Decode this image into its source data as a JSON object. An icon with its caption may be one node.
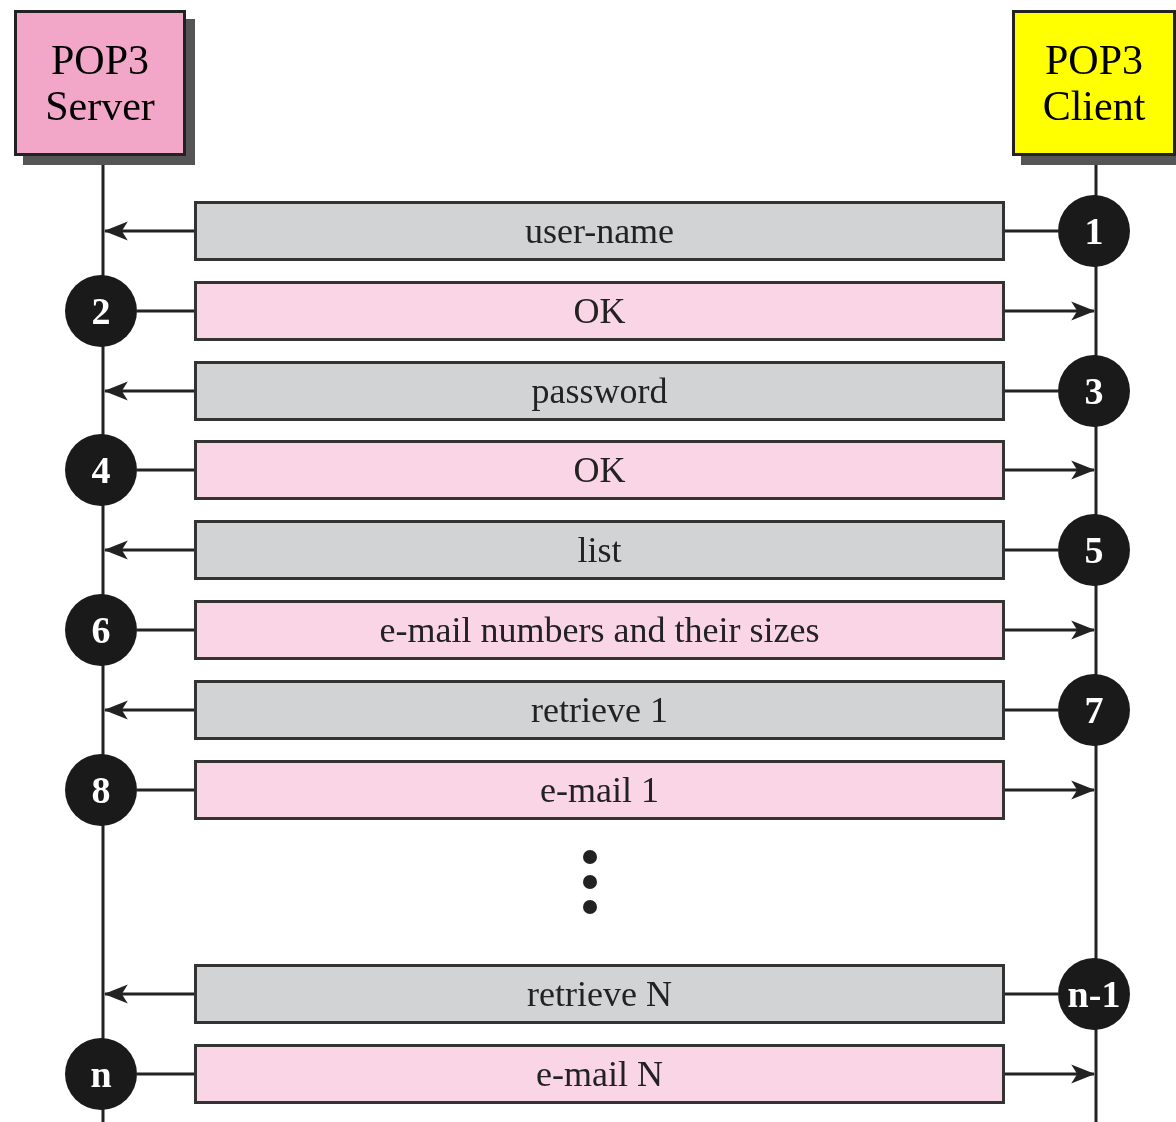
{
  "diagram": {
    "nodes": [
      {
        "text": [
          "POP3 Server"
        ]
      },
      {
        "text": [
          "POP3 Client"
        ]
      },
      {
        "text": [
          "user-name"
        ]
      },
      {
        "text": [
          "1"
        ]
      },
      {
        "text": [
          "2"
        ]
      },
      {
        "text": [
          "OK"
        ]
      },
      {
        "text": [
          "password"
        ]
      },
      {
        "text": [
          "3"
        ]
      },
      {
        "text": [
          "4"
        ]
      },
      {
        "text": [
          "OK"
        ]
      },
      {
        "text": [
          "list"
        ]
      },
      {
        "text": [
          "5"
        ]
      },
      {
        "text": [
          "6"
        ]
      },
      {
        "text": [
          "e-mail numbers and their sizes"
        ]
      },
      {
        "text": [
          "retrieve 1"
        ]
      },
      {
        "text": [
          "7"
        ]
      },
      {
        "text": [
          "8"
        ]
      },
      {
        "text": [
          "e-mail 1"
        ]
      },
      {
        "text": [
          "retrieve N"
        ]
      },
      {
        "text": [
          "n-1"
        ]
      },
      {
        "text": [
          "n"
        ]
      },
      {
        "text": [
          "e-mail N"
        ]
      }
    ],
    "edges": [
      {
        "from": 3,
        "to": 2,
        "arrow": "none"
      },
      {
        "from": 2,
        "to": null,
        "arrow": "to"
      },
      {
        "from": 4,
        "to": 5,
        "arrow": "none"
      },
      {
        "from": 5,
        "to": null,
        "arrow": "to"
      },
      {
        "from": 7,
        "to": 6,
        "arrow": "none"
      },
      {
        "from": 6,
        "to": null,
        "arrow": "to"
      },
      {
        "from": 8,
        "to": 9,
        "arrow": "none"
      },
      {
        "from": 9,
        "to": null,
        "arrow": "to"
      },
      {
        "from": 11,
        "to": 10,
        "arrow": "none"
      },
      {
        "from": 10,
        "to": null,
        "arrow": "to"
      },
      {
        "from": 12,
        "to": 13,
        "arrow": "none"
      },
      {
        "from": 13,
        "to": null,
        "arrow": "to"
      },
      {
        "from": 15,
        "to": 14,
        "arrow": "none"
      },
      {
        "from": 14,
        "to": null,
        "arrow": "to"
      },
      {
        "from": 16,
        "to": 17,
        "arrow": "none"
      },
      {
        "from": 17,
        "to": null,
        "arrow": "to"
      },
      {
        "from": 19,
        "to": 18,
        "arrow": "none"
      },
      {
        "from": 18,
        "to": null,
        "arrow": "to"
      },
      {
        "from": 20,
        "to": 21,
        "arrow": "none"
      },
      {
        "from": 21,
        "to": null,
        "arrow": "to"
      }
    ]
  }
}
